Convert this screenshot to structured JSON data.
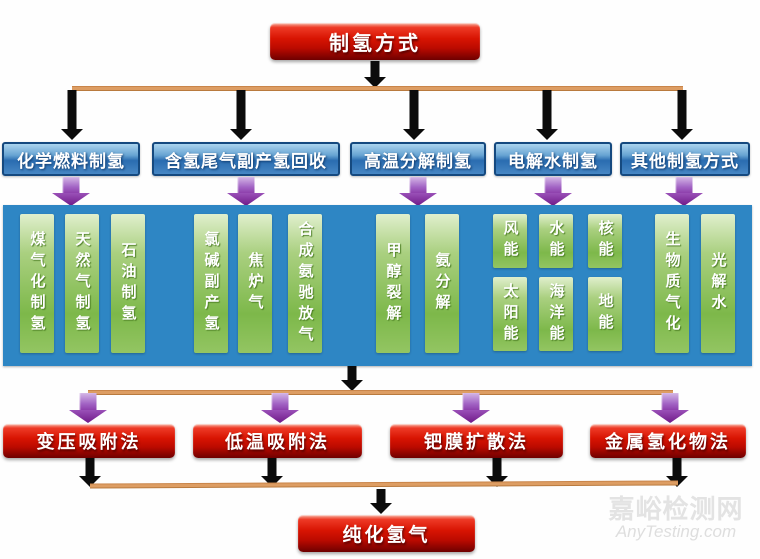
{
  "root": {
    "label": "制氢方式"
  },
  "branches": [
    {
      "label": "化学燃料制氢"
    },
    {
      "label": "含氢尾气副产氢回收"
    },
    {
      "label": "高温分解制氢"
    },
    {
      "label": "电解水制氢"
    },
    {
      "label": "其他制氢方式"
    }
  ],
  "sources": {
    "chemical": [
      "煤气化制氢",
      "天然气制氢",
      "石油制氢"
    ],
    "tail_gas": [
      "氯碱副产氢",
      "焦炉气",
      "合成氨驰放气"
    ],
    "pyrolysis": [
      "甲醇裂解",
      "氨分解"
    ],
    "electrolysis_row1": [
      "风能",
      "水能",
      "核能"
    ],
    "electrolysis_row2": [
      "太阳能",
      "海洋能",
      "地能"
    ],
    "other": [
      "生物质气化",
      "光解水"
    ]
  },
  "purification_methods": [
    "变压吸附法",
    "低温吸附法",
    "钯膜扩散法",
    "金属氢化物法"
  ],
  "result": {
    "label": "纯化氢气"
  },
  "watermark": {
    "name": "嘉峪检测网",
    "site": "AnyTesting.com"
  },
  "colors": {
    "band_blue": "#2e86c4",
    "box_red": "#d81402",
    "box_blue": "#4787c4",
    "box_green": "#7db84a",
    "arrow_black": "#0b0b0b",
    "arrow_purple": "#8a3aa8",
    "connector_orange": "#dd9d63",
    "text": "#ffffff"
  }
}
